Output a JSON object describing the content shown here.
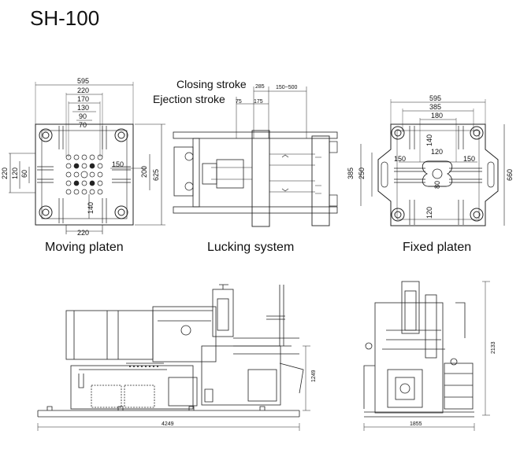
{
  "title": "SH-100",
  "captions": {
    "moving": "Moving platen",
    "locking": "Lucking system",
    "fixed": "Fixed platen"
  },
  "labels": {
    "closing": "Closing stroke",
    "ejection": "Ejection stroke"
  },
  "moving_dims": {
    "w595": "595",
    "w220": "220",
    "w170": "170",
    "w130": "130",
    "w90": "90",
    "w70": "70",
    "l220": "220",
    "l120": "120",
    "l60": "60",
    "r150": "150",
    "r200": "200",
    "r625": "625",
    "v140": "140",
    "b220": "220"
  },
  "locking_dims": {
    "c285": "285",
    "c150_500": "150~500",
    "e75": "75",
    "e175": "175"
  },
  "fixed_dims": {
    "w595": "595",
    "w385": "385",
    "w180": "180",
    "l385": "385",
    "l250": "250",
    "l150": "150",
    "r150": "150",
    "c120": "120",
    "v140": "140",
    "v80": "80",
    "v120": "120",
    "r660": "660"
  },
  "machine_dims": {
    "length": "4249",
    "height": "1249",
    "width": "1855",
    "total_height": "2133"
  }
}
